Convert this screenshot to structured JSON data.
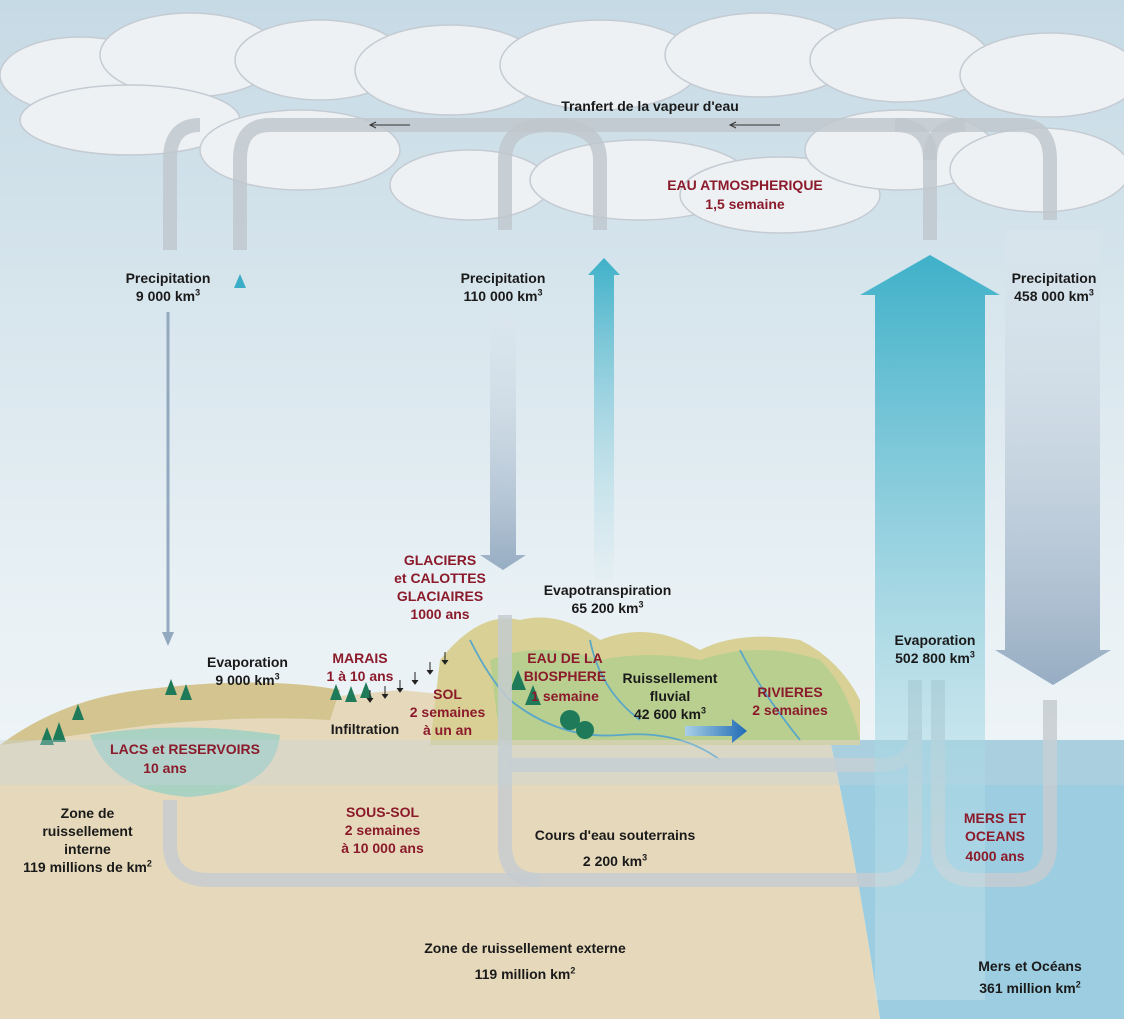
{
  "title": "Tranfert de la vapeur d'eau",
  "reservoirs": {
    "atmosphere": {
      "name": "EAU ATMOSPHERIQUE",
      "residence": "1,5 semaine"
    },
    "glaciers": {
      "name": "GLACIERS\net CALOTTES\nGLACIAIRES",
      "residence": "1000 ans"
    },
    "marais": {
      "name": "MARAIS",
      "residence": "1 à 10 ans"
    },
    "sol": {
      "name": "SOL",
      "residence": "2 semaines\nà un an"
    },
    "biosphere": {
      "name": "EAU DE LA\nBIOSPHERE",
      "residence": "1 semaine"
    },
    "rivieres": {
      "name": "RIVIERES",
      "residence": "2 semaines"
    },
    "lacs": {
      "name": "LACS et RESERVOIRS",
      "residence": "10 ans"
    },
    "soussol": {
      "name": "SOUS-SOL",
      "residence": "2 semaines\nà 10 000 ans"
    },
    "mers": {
      "name": "MERS ET\nOCEANS",
      "residence": "4000 ans"
    }
  },
  "fluxes": {
    "precip_internal": {
      "label": "Precipitation",
      "value": "9 000 km",
      "exp": "3"
    },
    "precip_land": {
      "label": "Precipitation",
      "value": "110 000 km",
      "exp": "3"
    },
    "precip_ocean": {
      "label": "Precipitation",
      "value": "458 000 km",
      "exp": "3"
    },
    "evap_internal": {
      "label": "Evaporation",
      "value": "9 000 km",
      "exp": "3"
    },
    "evapotranspiration": {
      "label": "Evapotranspiration",
      "value": "65 200 km",
      "exp": "3"
    },
    "evap_ocean": {
      "label": "Evaporation",
      "value": "502 800 km",
      "exp": "3"
    },
    "ruissellement": {
      "label": "Ruissellement\nfluvial",
      "value": "42 600 km",
      "exp": "3"
    },
    "souterrains": {
      "label": "Cours d'eau souterrains",
      "value": "2 200 km",
      "exp": "3"
    },
    "infiltration": {
      "label": "Infiltration"
    }
  },
  "zones": {
    "internal": {
      "label": "Zone de\nruissellement\ninterne",
      "value": "119 millions de km",
      "exp": "2"
    },
    "external": {
      "label": "Zone de ruissellement externe",
      "value": "119 million km",
      "exp": "2"
    },
    "oceans": {
      "label": "Mers et Océans",
      "value": "361 million km",
      "exp": "2"
    }
  },
  "colors": {
    "residence_text": "#8b1a2b",
    "evaporation_arrow": "#45b5c9",
    "precipitation_arrow": "#9fb4c8",
    "sky_top": "#c9dde7",
    "land": "#e6d9bb",
    "ocean": "#9ccde0"
  }
}
